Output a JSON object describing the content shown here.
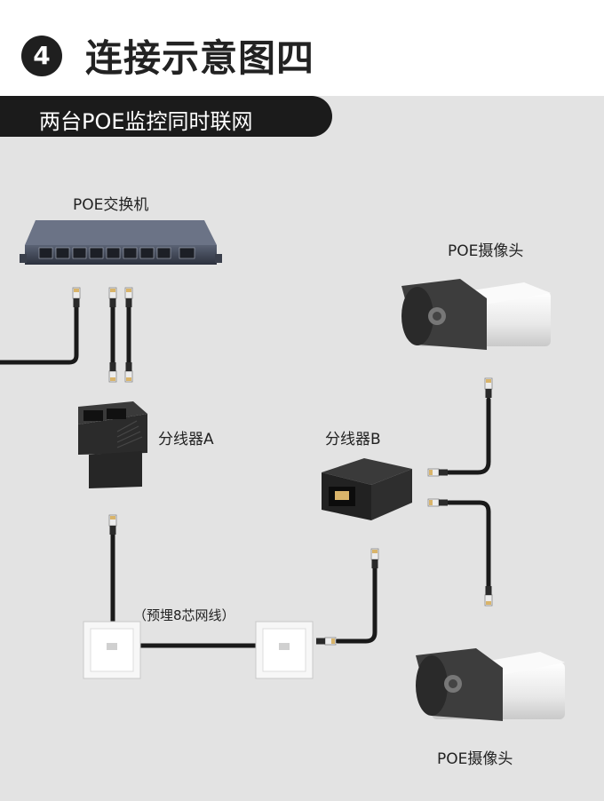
{
  "header": {
    "step_number": "4",
    "title": "连接示意图四"
  },
  "banner": {
    "text": "两台POE监控同时联网"
  },
  "labels": {
    "switch": "POE交换机",
    "camera_top": "POE摄像头",
    "camera_bottom": "POE摄像头",
    "splitter_a": "分线器A",
    "splitter_b": "分线器B",
    "cable_note": "（预埋8芯网线）"
  },
  "colors": {
    "background": "#e3e3e3",
    "banner": "#1b1b1b",
    "cable": "#1a1a1a",
    "switch_body": "#3b4150",
    "camera_body": "#f2f2f2"
  },
  "icons": {
    "switch": "network-switch-icon",
    "camera": "bullet-camera-icon",
    "splitter": "rj45-splitter-icon",
    "wall_socket": "wall-socket-icon",
    "connector": "rj45-plug-icon"
  }
}
